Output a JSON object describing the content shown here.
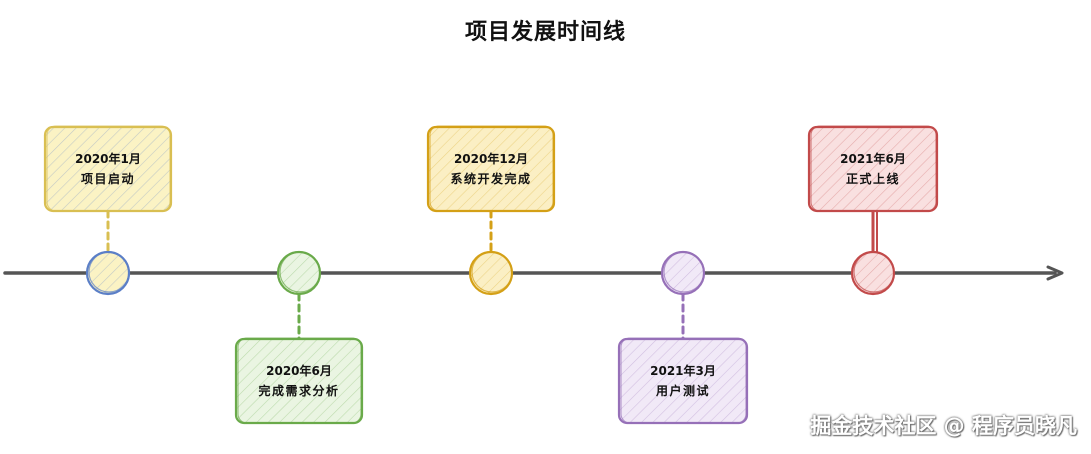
{
  "title": "项目发展时间线",
  "watermark": "掘金技术社区 @ 程序员晓凡",
  "milestones": [
    {
      "date": "2020年1月",
      "label": "项目启动",
      "color": "#5b7fc7",
      "fill": "#fbf3c4",
      "box_stroke": "#d9bf52",
      "connector": "#d9bf52",
      "position": "above"
    },
    {
      "date": "2020年6月",
      "label": "完成需求分析",
      "color": "#6aaa4a",
      "fill": "#eaf5e2",
      "box_stroke": "#6aaa4a",
      "connector": "#6aaa4a",
      "position": "below"
    },
    {
      "date": "2020年12月",
      "label": "系统开发完成",
      "color": "#d4a017",
      "fill": "#fbefc4",
      "box_stroke": "#d4a017",
      "connector": "#d4a017",
      "position": "above"
    },
    {
      "date": "2021年3月",
      "label": "用户测试",
      "color": "#9670b8",
      "fill": "#f1e9f7",
      "box_stroke": "#9670b8",
      "connector": "#9670b8",
      "position": "below"
    },
    {
      "date": "2021年6月",
      "label": "正式上线",
      "color": "#c24a4a",
      "fill": "#f9e0e0",
      "box_stroke": "#c24a4a",
      "connector": "#c24a4a",
      "position": "above"
    }
  ],
  "colors": {
    "axis": "#555555",
    "text": "#111111"
  }
}
